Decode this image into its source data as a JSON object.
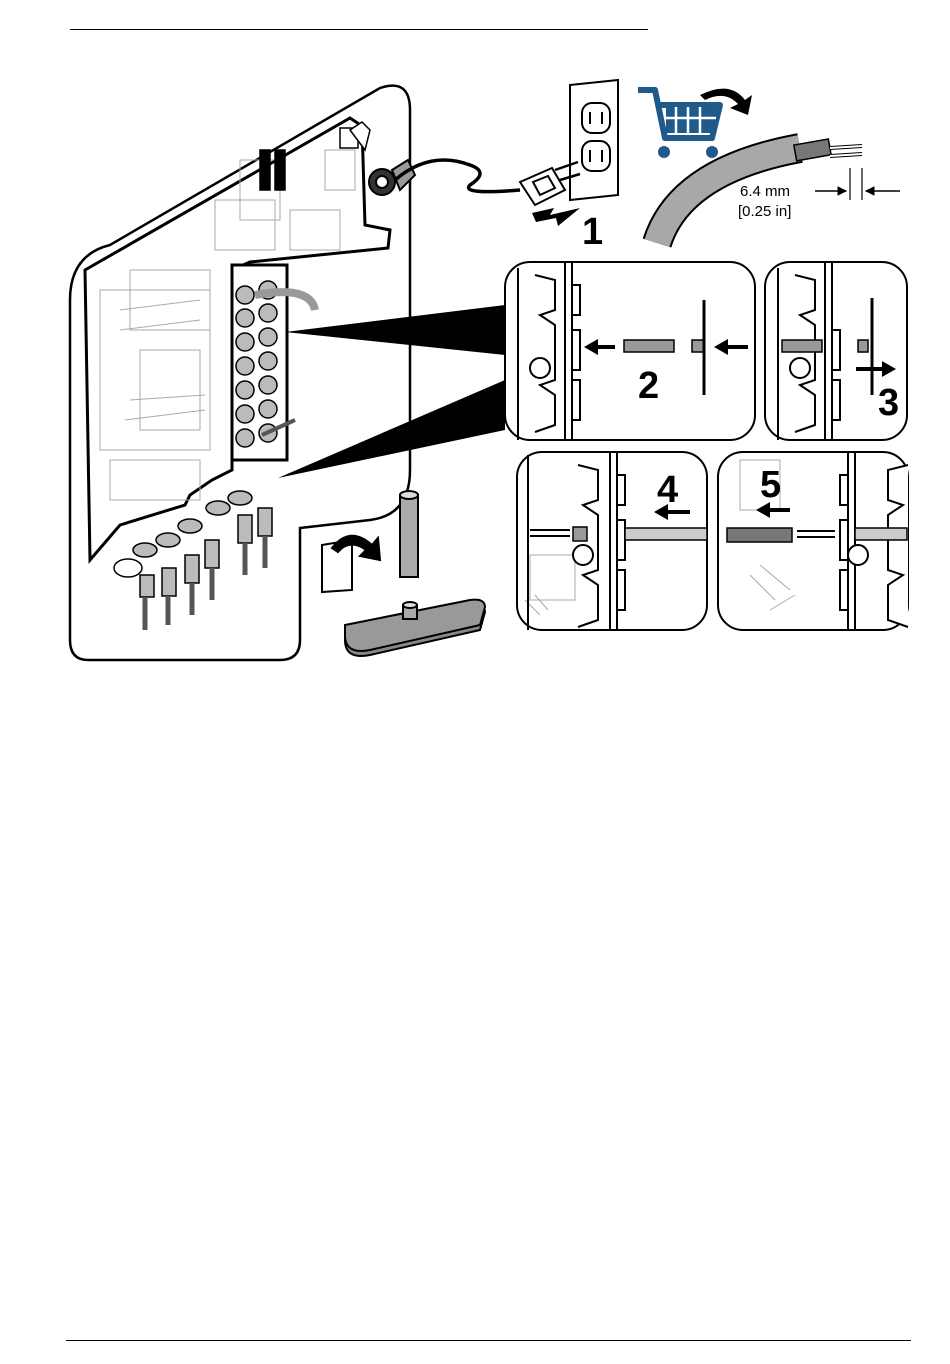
{
  "figure": {
    "steps": [
      "1",
      "2",
      "3",
      "4",
      "5"
    ],
    "dimension": {
      "metric": "6.4 mm",
      "imperial": "[0.25 in]"
    },
    "icons": [
      "enclosure-illustration",
      "wall-outlet-icon",
      "shopping-cart-icon",
      "cable-icon",
      "plug-icon",
      "plug-cap-icon",
      "arrow-icon"
    ],
    "colors": {
      "cart": "#1f5a8a",
      "line": "#000000",
      "fill_gray": "#9a9a9a"
    }
  }
}
